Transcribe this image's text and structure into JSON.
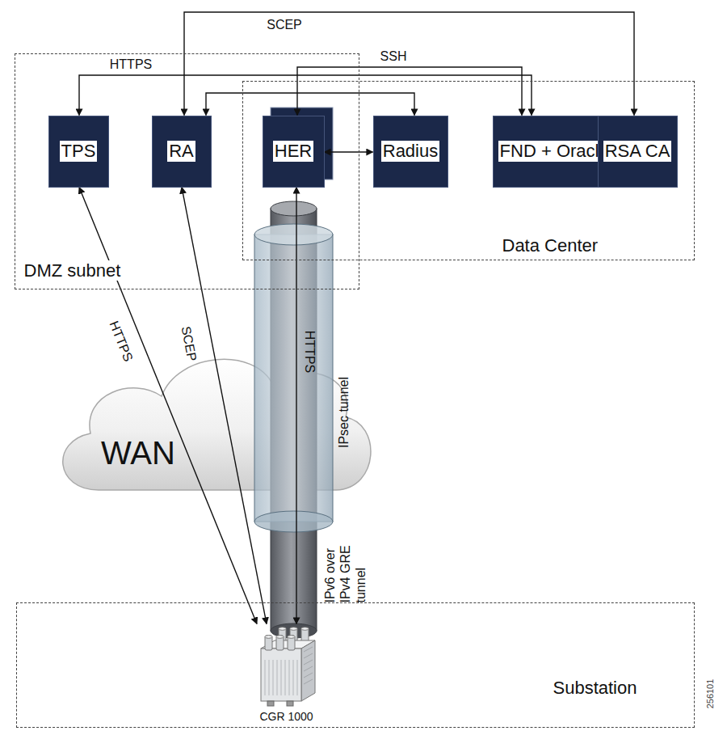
{
  "diagram": {
    "nodes": [
      {
        "text": [
          "DMZ subnet"
        ]
      },
      {
        "text": [
          "TPS"
        ],
        "in": 0
      },
      {
        "text": [
          "RA"
        ],
        "in": 0
      },
      {
        "text": [
          "HER"
        ],
        "in": 0
      },
      {
        "text": [
          "Data Center"
        ]
      },
      {
        "text": [
          "Radius"
        ],
        "in": 4
      },
      {
        "text": [
          "FND + Oracle DB"
        ],
        "in": 4
      },
      {
        "text": [
          "RSA CA"
        ],
        "in": 4
      },
      {
        "text": [
          "WAN"
        ]
      },
      {
        "text": [
          "Substation"
        ]
      },
      {
        "text": [
          "CGR 1000"
        ],
        "in": 9
      }
    ],
    "edges": [
      {
        "from": 2,
        "to": 7,
        "arrow": "both",
        "label": "SCEP"
      },
      {
        "from": 1,
        "to": 6,
        "arrow": "both",
        "label": "HTTPS"
      },
      {
        "from": 3,
        "to": 6,
        "arrow": "both",
        "label": "SSH"
      },
      {
        "from": 2,
        "to": 5,
        "arrow": "both"
      },
      {
        "from": 3,
        "to": 5,
        "arrow": "both"
      },
      {
        "from": 1,
        "to": 10,
        "arrow": "both",
        "label": "HTTPS"
      },
      {
        "from": 2,
        "to": 10,
        "arrow": "both",
        "label": "SCEP"
      },
      {
        "from": 3,
        "to": 10,
        "arrow": "both",
        "label": "HTTPS"
      }
    ],
    "labels": [
      "IPsec tunnel",
      "IPv6 over IPv4 GRE tunnel",
      "256101"
    ]
  }
}
